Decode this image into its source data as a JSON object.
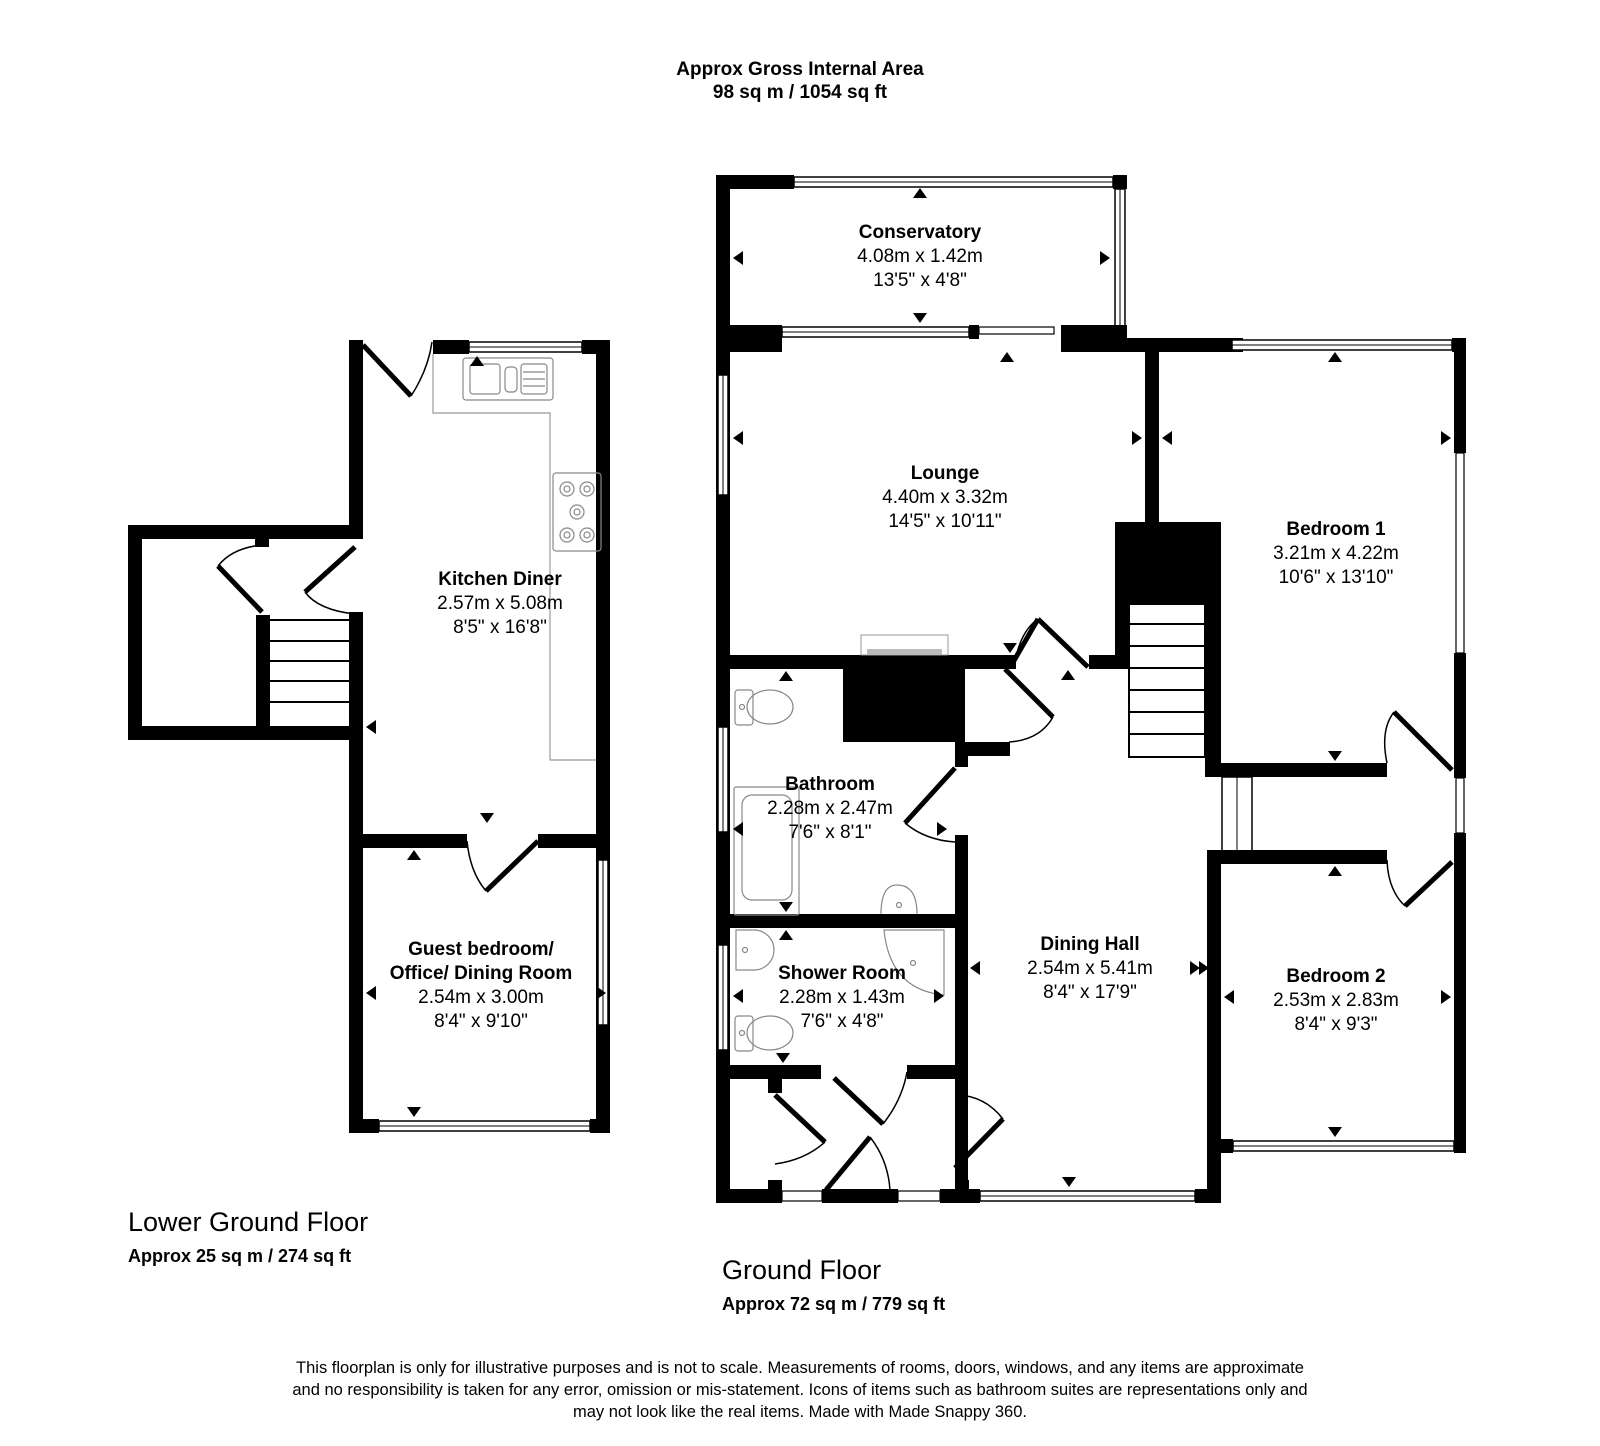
{
  "header": {
    "title_line1": "Approx Gross Internal Area",
    "title_line2": "98 sq m / 1054 sq ft"
  },
  "floors": [
    {
      "name": "Lower Ground Floor",
      "area": "Approx 25 sq m / 274 sq ft",
      "rooms": [
        {
          "name": "Kitchen Diner",
          "metric": "2.57m x 5.08m",
          "imperial": "8'5\" x 16'8\""
        },
        {
          "name_line1": "Guest bedroom/",
          "name_line2": "Office/ Dining Room",
          "metric": "2.54m x 3.00m",
          "imperial": "8'4\" x 9'10\""
        }
      ]
    },
    {
      "name": "Ground Floor",
      "area": "Approx 72 sq m / 779 sq ft",
      "rooms": [
        {
          "name": "Conservatory",
          "metric": "4.08m x 1.42m",
          "imperial": "13'5\" x 4'8\""
        },
        {
          "name": "Lounge",
          "metric": "4.40m x 3.32m",
          "imperial": "14'5\" x 10'11\""
        },
        {
          "name": "Bedroom 1",
          "metric": "3.21m x 4.22m",
          "imperial": "10'6\" x 13'10\""
        },
        {
          "name": "Bathroom",
          "metric": "2.28m x 2.47m",
          "imperial": "7'6\" x 8'1\""
        },
        {
          "name": "Shower Room",
          "metric": "2.28m x 1.43m",
          "imperial": "7'6\" x 4'8\""
        },
        {
          "name": "Dining Hall",
          "metric": "2.54m x 5.41m",
          "imperial": "8'4\" x 17'9\""
        },
        {
          "name": "Bedroom 2",
          "metric": "2.53m x 2.83m",
          "imperial": "8'4\" x 9'3\""
        }
      ]
    }
  ],
  "disclaimer": {
    "line1": "This floorplan is only for illustrative purposes and is not to scale. Measurements of rooms, doors, windows, and any items are approximate",
    "line2": "and no responsibility is taken for any error, omission or mis-statement. Icons of items such as bathroom suites are representations only and",
    "line3": "may not look like the real items. Made with Made Snappy 360."
  },
  "colors": {
    "wall": "#000000",
    "background": "#ffffff",
    "fixture": "#888888"
  }
}
